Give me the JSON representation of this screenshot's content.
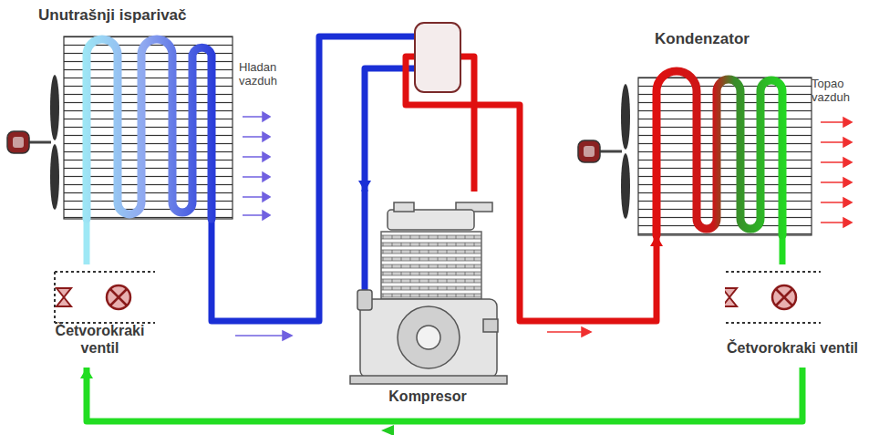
{
  "diagram": {
    "nodes": [
      {
        "text": [
          "Unutrašnji isparivač"
        ]
      },
      {
        "text": [
          "Kondenzator"
        ]
      },
      {
        "text": [
          "Kompresor"
        ]
      },
      {
        "text": [
          "Četvorokraki ventil"
        ]
      },
      {
        "text": [
          "Četvorokraki ventil"
        ]
      }
    ],
    "edges": [
      {
        "from": 0,
        "to": 2,
        "arrow": "to"
      },
      {
        "from": 2,
        "to": 1,
        "arrow": "to"
      },
      {
        "from": 1,
        "to": 4,
        "arrow": "none"
      },
      {
        "from": 4,
        "to": 3,
        "arrow": "to"
      },
      {
        "from": 3,
        "to": 0,
        "arrow": "none"
      }
    ],
    "labels": [
      "Hladan vazduh",
      "Topao vazduh"
    ]
  }
}
